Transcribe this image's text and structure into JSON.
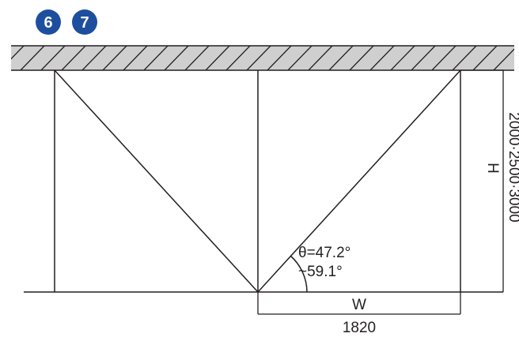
{
  "badges": [
    "6",
    "7"
  ],
  "colors": {
    "badge": "#1d4f9e",
    "line": "#231f20",
    "ceiling": "#cfcfcf"
  },
  "labels": {
    "angle_line1": "θ=47.2°",
    "angle_line2": "~59.1°",
    "width_letter": "W",
    "width_value": "1820",
    "height_letter": "H",
    "height_values": "2000·2500·3000"
  }
}
